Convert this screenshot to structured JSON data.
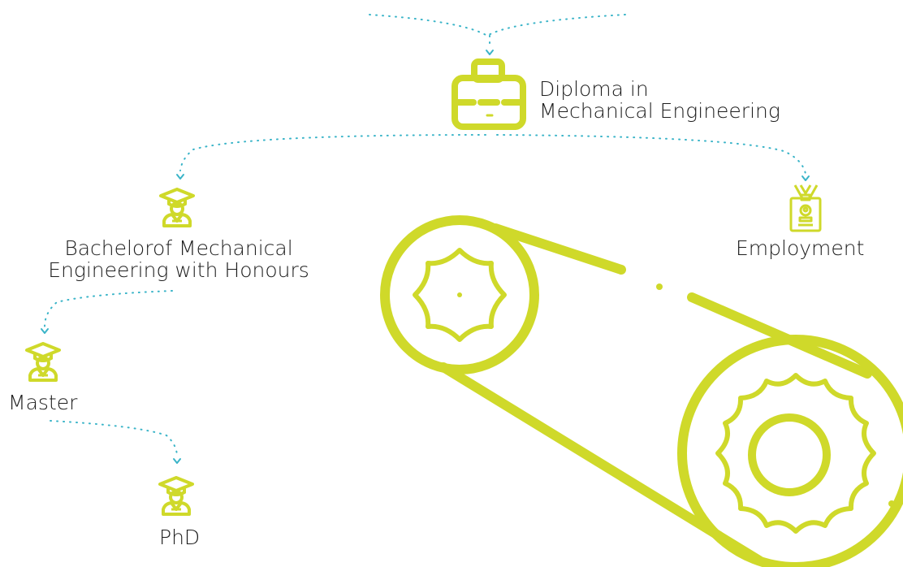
{
  "colors": {
    "accent": "#cfd92a",
    "connector": "#3ab4c8",
    "text": "#1e1e1e"
  },
  "nodes": {
    "diploma": {
      "line1": "Diploma in",
      "line2": "Mechanical Engineering",
      "icon": "briefcase-icon"
    },
    "bachelor": {
      "line1": "Bachelorof Mechanical",
      "line2": "Engineering with Honours",
      "icon": "graduate-icon"
    },
    "employment": {
      "label": "Employment",
      "icon": "id-badge-icon"
    },
    "master": {
      "label": "Master",
      "icon": "graduate-icon"
    },
    "phd": {
      "label": "PhD",
      "icon": "graduate-icon"
    }
  },
  "decoration": {
    "icon": "gears-belt-icon"
  }
}
